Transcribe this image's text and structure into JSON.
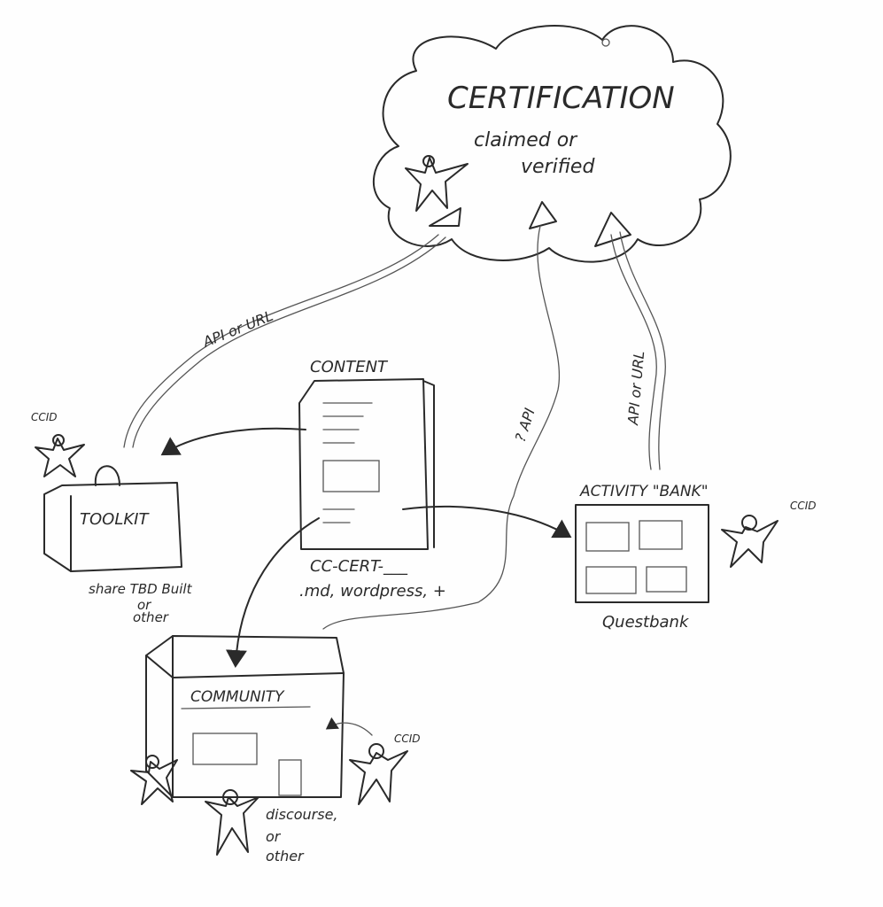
{
  "cloud": {
    "title": "CERTIFICATION",
    "line1": "claimed or",
    "line2": "verified"
  },
  "links": {
    "toolkit_cert": "API or URL",
    "activity_cert_1": "? API",
    "activity_cert_2": "API or URL"
  },
  "content": {
    "title": "CONTENT",
    "caption1": "CC-CERT-___",
    "caption2": ".md, wordpress, +"
  },
  "toolkit": {
    "title": "TOOLKIT",
    "ccid": "CCID",
    "note1": "share TBD Built",
    "note2": "or",
    "note3": "other"
  },
  "activity": {
    "title": "ACTIVITY \"BANK\"",
    "caption": "Questbank",
    "ccid": "CCID"
  },
  "community": {
    "title": "COMMUNITY",
    "ccid": "CCID",
    "note1": "discourse,",
    "note2": "or",
    "note3": "other"
  }
}
